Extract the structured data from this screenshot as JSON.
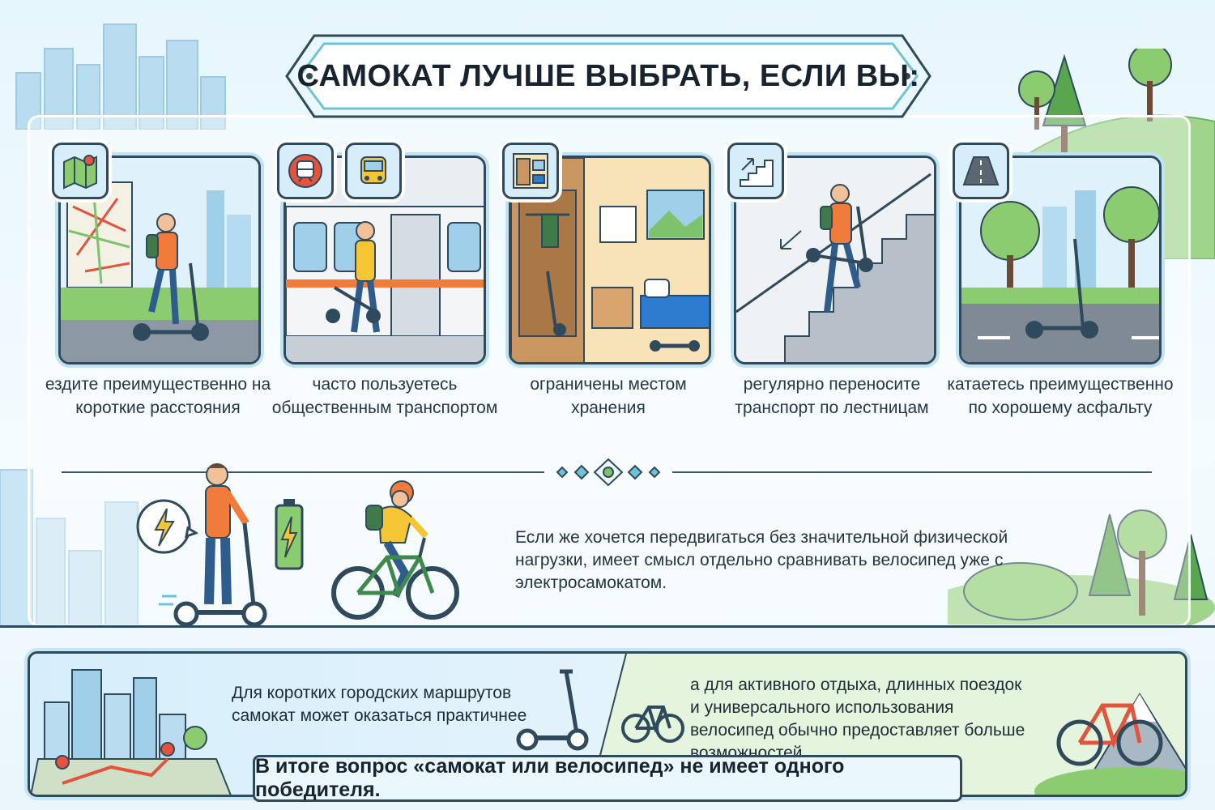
{
  "title": "САМОКАТ ЛУЧШЕ ВЫБРАТЬ, ЕСЛИ ВЫ:",
  "cards": [
    {
      "caption": "ездите преимущественно на короткие расстояния",
      "icon": "map-pin-icon"
    },
    {
      "caption": "часто пользуетесь общественным транспортом",
      "icon": "train-icon"
    },
    {
      "caption": "ограничены местом хранения",
      "icon": "closet-icon"
    },
    {
      "caption": "регулярно переносите транспорт по лестницам",
      "icon": "stairs-icon"
    },
    {
      "caption": "катаетесь преимущественно по хорошему асфальту",
      "icon": "road-icon"
    }
  ],
  "middle": {
    "text": "Если же хочется передвигаться без значительной физической нагрузки, имеет смысл отдельно сравнивать велосипед уже с электросамокатом."
  },
  "bottom": {
    "left_text": "Для коротких городских маршрутов самокат может оказаться практичнее",
    "right_text": "а для активного отдыха, длинных поездок и универсального использования велосипед обычно предоставляет больше возможностей.",
    "summary": "В итоге вопрос «самокат или велосипед» не имеет одного победителя."
  },
  "colors": {
    "outline": "#2f4a5c",
    "sky": "#dff1fb",
    "green": "#7cc36b",
    "orange": "#f07b3a",
    "accent_red": "#e5533d"
  }
}
